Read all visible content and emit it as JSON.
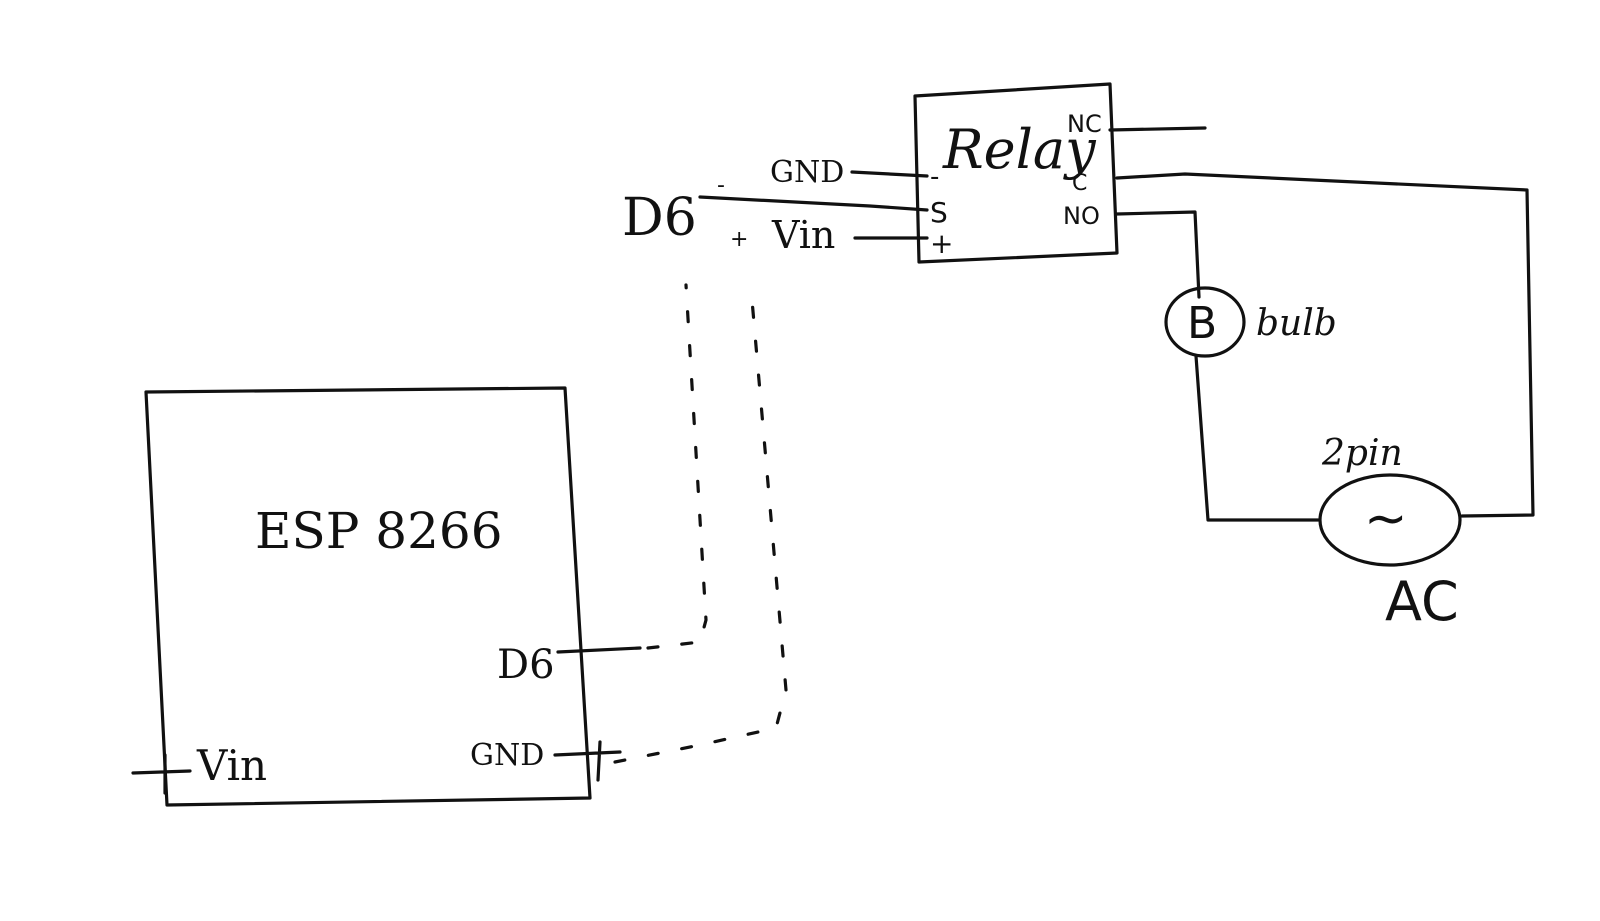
{
  "esp": {
    "title": "ESP 8266",
    "pin_d6": "D6",
    "pin_gnd": "GND",
    "pin_vin": "Vin"
  },
  "relay": {
    "title": "Relay",
    "pin_nc": "NC",
    "pin_c": "C",
    "pin_no": "NO",
    "pin_minus": "-",
    "pin_s": "S",
    "pin_plus": "+"
  },
  "wires": {
    "d6": "D6",
    "gnd": "GND",
    "vin": "Vin",
    "minus_mark": "-",
    "plus_mark": "+"
  },
  "bulb": {
    "symbol": "B",
    "label": "bulb"
  },
  "ac": {
    "symbol": "~",
    "top_label": "2pin",
    "label": "AC"
  },
  "colors": {
    "ink": "#111111",
    "paper": "#ffffff"
  }
}
